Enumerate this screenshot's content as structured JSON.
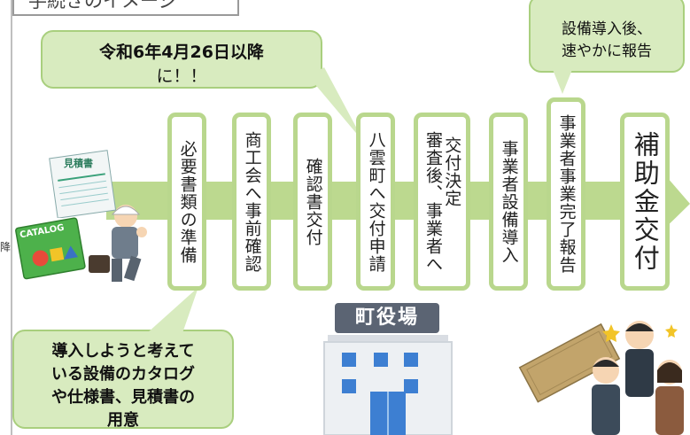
{
  "title": "手続きのイメージ",
  "callouts": {
    "date_line1": "令和6年4月26日以降",
    "date_line2": "に！！",
    "report_line1": "設備導入後、",
    "report_line2": "速やかに報告",
    "prepare_line1": "導入しようと考えて",
    "prepare_line2": "いる設備のカタログ",
    "prepare_line3": "や仕様書、見積書の",
    "prepare_line4": "用意"
  },
  "steps": [
    {
      "label": "必要書類の準備"
    },
    {
      "label": "商工会へ事前確認"
    },
    {
      "label": "確認書交付"
    },
    {
      "label": "八雲町へ交付申請"
    },
    {
      "label_col1": "審査後、事業者へ",
      "label_col2": "交付決定"
    },
    {
      "label": "事業者設備導入"
    },
    {
      "label": "事業者事業完了報告"
    },
    {
      "label": "補助金交付"
    }
  ],
  "illustrations": {
    "estimate_label": "見積書",
    "catalog_label": "CATALOG",
    "building_sign": "町役場"
  },
  "side_text": "降",
  "colors": {
    "box_border": "#b9d78d",
    "arrow": "#bcd98f",
    "callout_fill": "#d8ebbf",
    "callout_border": "#a9cf7e",
    "building": "#5b6473"
  }
}
